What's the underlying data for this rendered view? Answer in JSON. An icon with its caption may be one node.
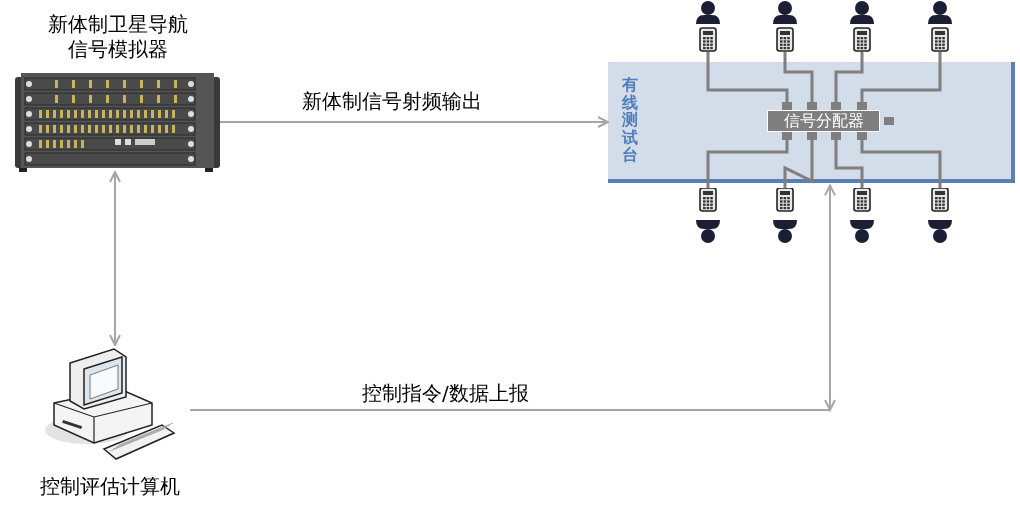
{
  "diagram": {
    "nodes": [
      {
        "text": [
          "新体制卫星导航信号模拟器"
        ]
      },
      {
        "text": [
          "控制评估计算机"
        ]
      },
      {
        "text": [
          "有线测试台"
        ]
      },
      {
        "text": [
          "信号分配器"
        ],
        "in": 2
      },
      {
        "text": [],
        "shape": "picture"
      },
      {
        "text": [],
        "shape": "picture"
      },
      {
        "text": [],
        "shape": "picture"
      },
      {
        "text": [],
        "shape": "picture"
      },
      {
        "text": [],
        "shape": "picture"
      },
      {
        "text": [],
        "shape": "picture"
      },
      {
        "text": [],
        "shape": "picture"
      },
      {
        "text": [],
        "shape": "picture"
      }
    ],
    "edges": [
      {
        "from": 0,
        "to": 2,
        "arrow": "to",
        "label": "新体制信号射频输出"
      },
      {
        "from": 0,
        "to": 1,
        "arrow": "both"
      },
      {
        "from": 1,
        "to": 2,
        "arrow": "to",
        "label": "控制指令/数据上报"
      },
      {
        "from": 3,
        "to": 4,
        "arrow": "none"
      },
      {
        "from": 3,
        "to": 5,
        "arrow": "none"
      },
      {
        "from": 3,
        "to": 6,
        "arrow": "none"
      },
      {
        "from": 3,
        "to": 7,
        "arrow": "none"
      },
      {
        "from": 3,
        "to": 8,
        "arrow": "none"
      },
      {
        "from": 3,
        "to": 9,
        "arrow": "none"
      },
      {
        "from": 3,
        "to": 10,
        "arrow": "none"
      },
      {
        "from": 3,
        "to": 11,
        "arrow": "none"
      }
    ]
  }
}
